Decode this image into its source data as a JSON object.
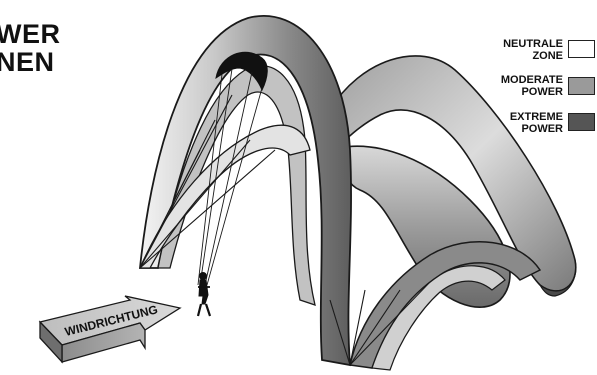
{
  "title": {
    "line1": "WER",
    "line2": "NEN"
  },
  "legend": [
    {
      "line1": "NEUTRALE",
      "line2": "ZONE",
      "color": "#ffffff"
    },
    {
      "line1": "MODERATE",
      "line2": "POWER",
      "color": "#9a9a9a"
    },
    {
      "line1": "EXTREME",
      "line2": "POWER",
      "color": "#555555"
    }
  ],
  "wind_label": "WINDRICHTUNG",
  "colors": {
    "band_light": "#e8e8e8",
    "band_mid": "#a8a8a8",
    "band_dark": "#5a5a5a",
    "outline": "#1a1a1a",
    "kite": "#111111"
  }
}
